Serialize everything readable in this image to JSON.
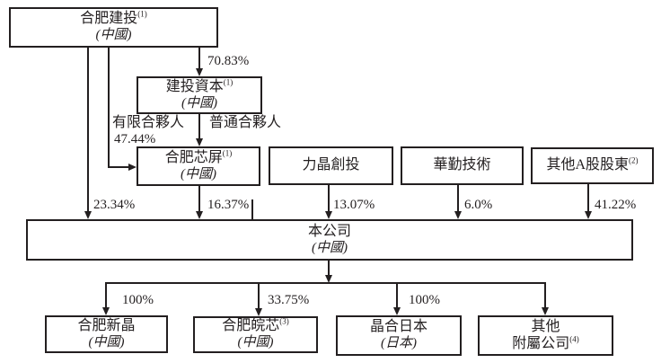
{
  "nodes": {
    "hefei_jiantou": {
      "name": "合肥建投",
      "sup": "(1)",
      "region": "(中國)"
    },
    "jiantou_capital": {
      "name": "建投資本",
      "sup": "(1)",
      "region": "(中國)"
    },
    "hefei_xinping": {
      "name": "合肥芯屏",
      "sup": "(1)",
      "region": "(中國)"
    },
    "lijing": {
      "name": "力晶創投"
    },
    "huaqin": {
      "name": "華勤技術"
    },
    "other_a_share": {
      "name": "其他A股股東",
      "sup": "(2)"
    },
    "company": {
      "name": "本公司",
      "region": "(中國)"
    },
    "hefei_xinjing": {
      "name": "合肥新晶",
      "region": "(中國)"
    },
    "hefei_wanxin": {
      "name": "合肥皖芯",
      "sup": "(3)",
      "region": "(中國)"
    },
    "jinghe_japan": {
      "name": "晶合日本",
      "region": "(日本)"
    },
    "other_subs": {
      "line1": "其他",
      "line2": "附屬公司",
      "sup": "(4)"
    }
  },
  "labels": {
    "pct_hefei_jiantou_to_jiantou_capital": "70.83%",
    "limited_partner": "有限合夥人",
    "pct_limited_partner": "47.44%",
    "general_partner": "普通合夥人",
    "pct_hefei_jiantou_to_company": "23.34%",
    "pct_hefei_xinping_to_company": "16.37%",
    "pct_lijing_to_company": "13.07%",
    "pct_huaqin_to_company": "6.0%",
    "pct_other_a_to_company": "41.22%",
    "pct_company_to_hefei_xinjing": "100%",
    "pct_company_to_hefei_wanxin": "33.75%",
    "pct_company_to_jinghe_japan": "100%"
  },
  "colors": {
    "line": "#231f20",
    "background": "#ffffff"
  }
}
